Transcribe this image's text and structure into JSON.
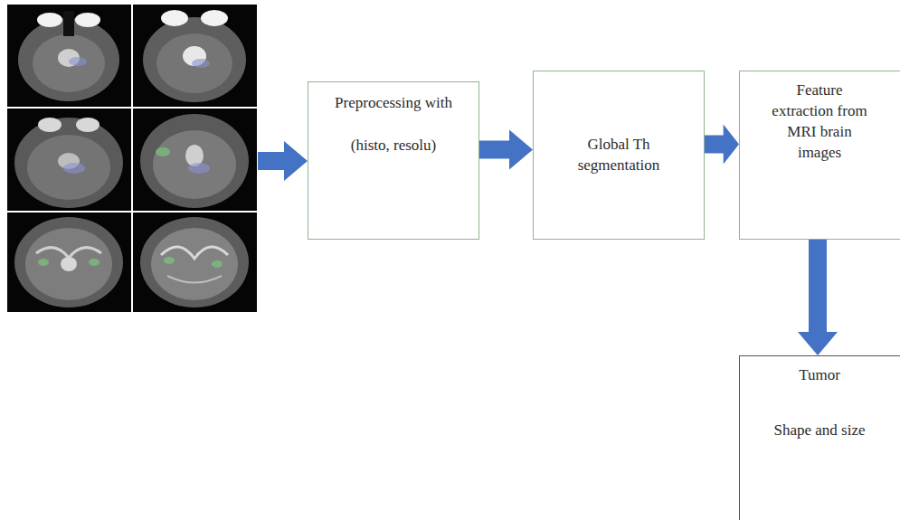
{
  "diagram": {
    "nodes": [
      {
        "text": [
          "Preprocessing with",
          "(histo, resolu)"
        ]
      },
      {
        "text": [
          "Global Th segmentation"
        ]
      },
      {
        "text": [
          "Feature extraction from MRI brain images"
        ]
      },
      {
        "text": [
          "Tumor",
          "Shape and size"
        ]
      }
    ],
    "edges": [
      {
        "from": 0,
        "to": 1,
        "arrow": "to"
      },
      {
        "from": 1,
        "to": 2,
        "arrow": "to"
      },
      {
        "from": 2,
        "to": 3,
        "arrow": "to"
      }
    ]
  }
}
